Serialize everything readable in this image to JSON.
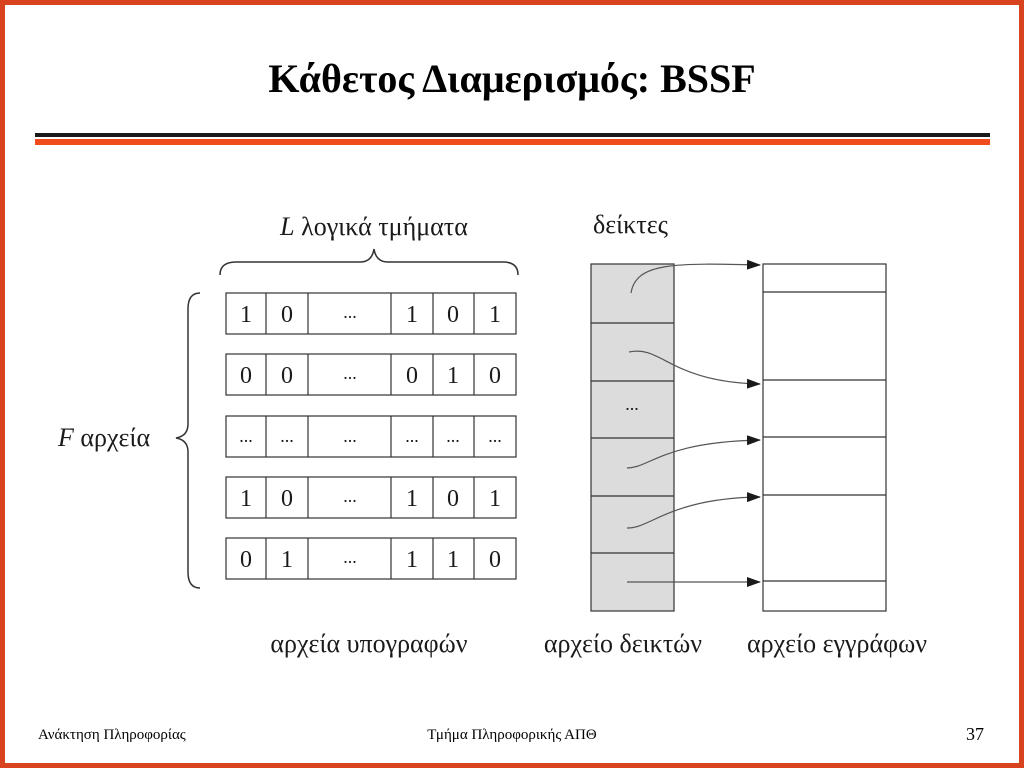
{
  "title": "Κάθετος Διαμερισμός: BSSF",
  "labels": {
    "logical_parts_var": "L",
    "logical_parts_text": " λογικά τμήματα",
    "files_var": "F",
    "files_text": " αρχεία",
    "pointers": "δείκτες",
    "pointers_dots": "...",
    "signature_files": "αρχεία υπογραφών",
    "pointer_file": "αρχείο δεικτών",
    "record_file": "αρχείο εγγράφων"
  },
  "signature_rows": [
    [
      "1",
      "0",
      "...",
      "1",
      "0",
      "1"
    ],
    [
      "0",
      "0",
      "...",
      "0",
      "1",
      "0"
    ],
    [
      "...",
      "...",
      "...",
      "...",
      "...",
      "..."
    ],
    [
      "1",
      "0",
      "...",
      "1",
      "0",
      "1"
    ],
    [
      "0",
      "1",
      "...",
      "1",
      "1",
      "0"
    ]
  ],
  "footer": {
    "left": "Ανάκτηση Πληροφορίας",
    "center": "Τμήμα Πληροφορικής ΑΠΘ",
    "page": "37"
  },
  "colors": {
    "border": "#d8431f",
    "accent_rule": "#f04a1d",
    "pointer_fill": "#dcdcdc"
  }
}
